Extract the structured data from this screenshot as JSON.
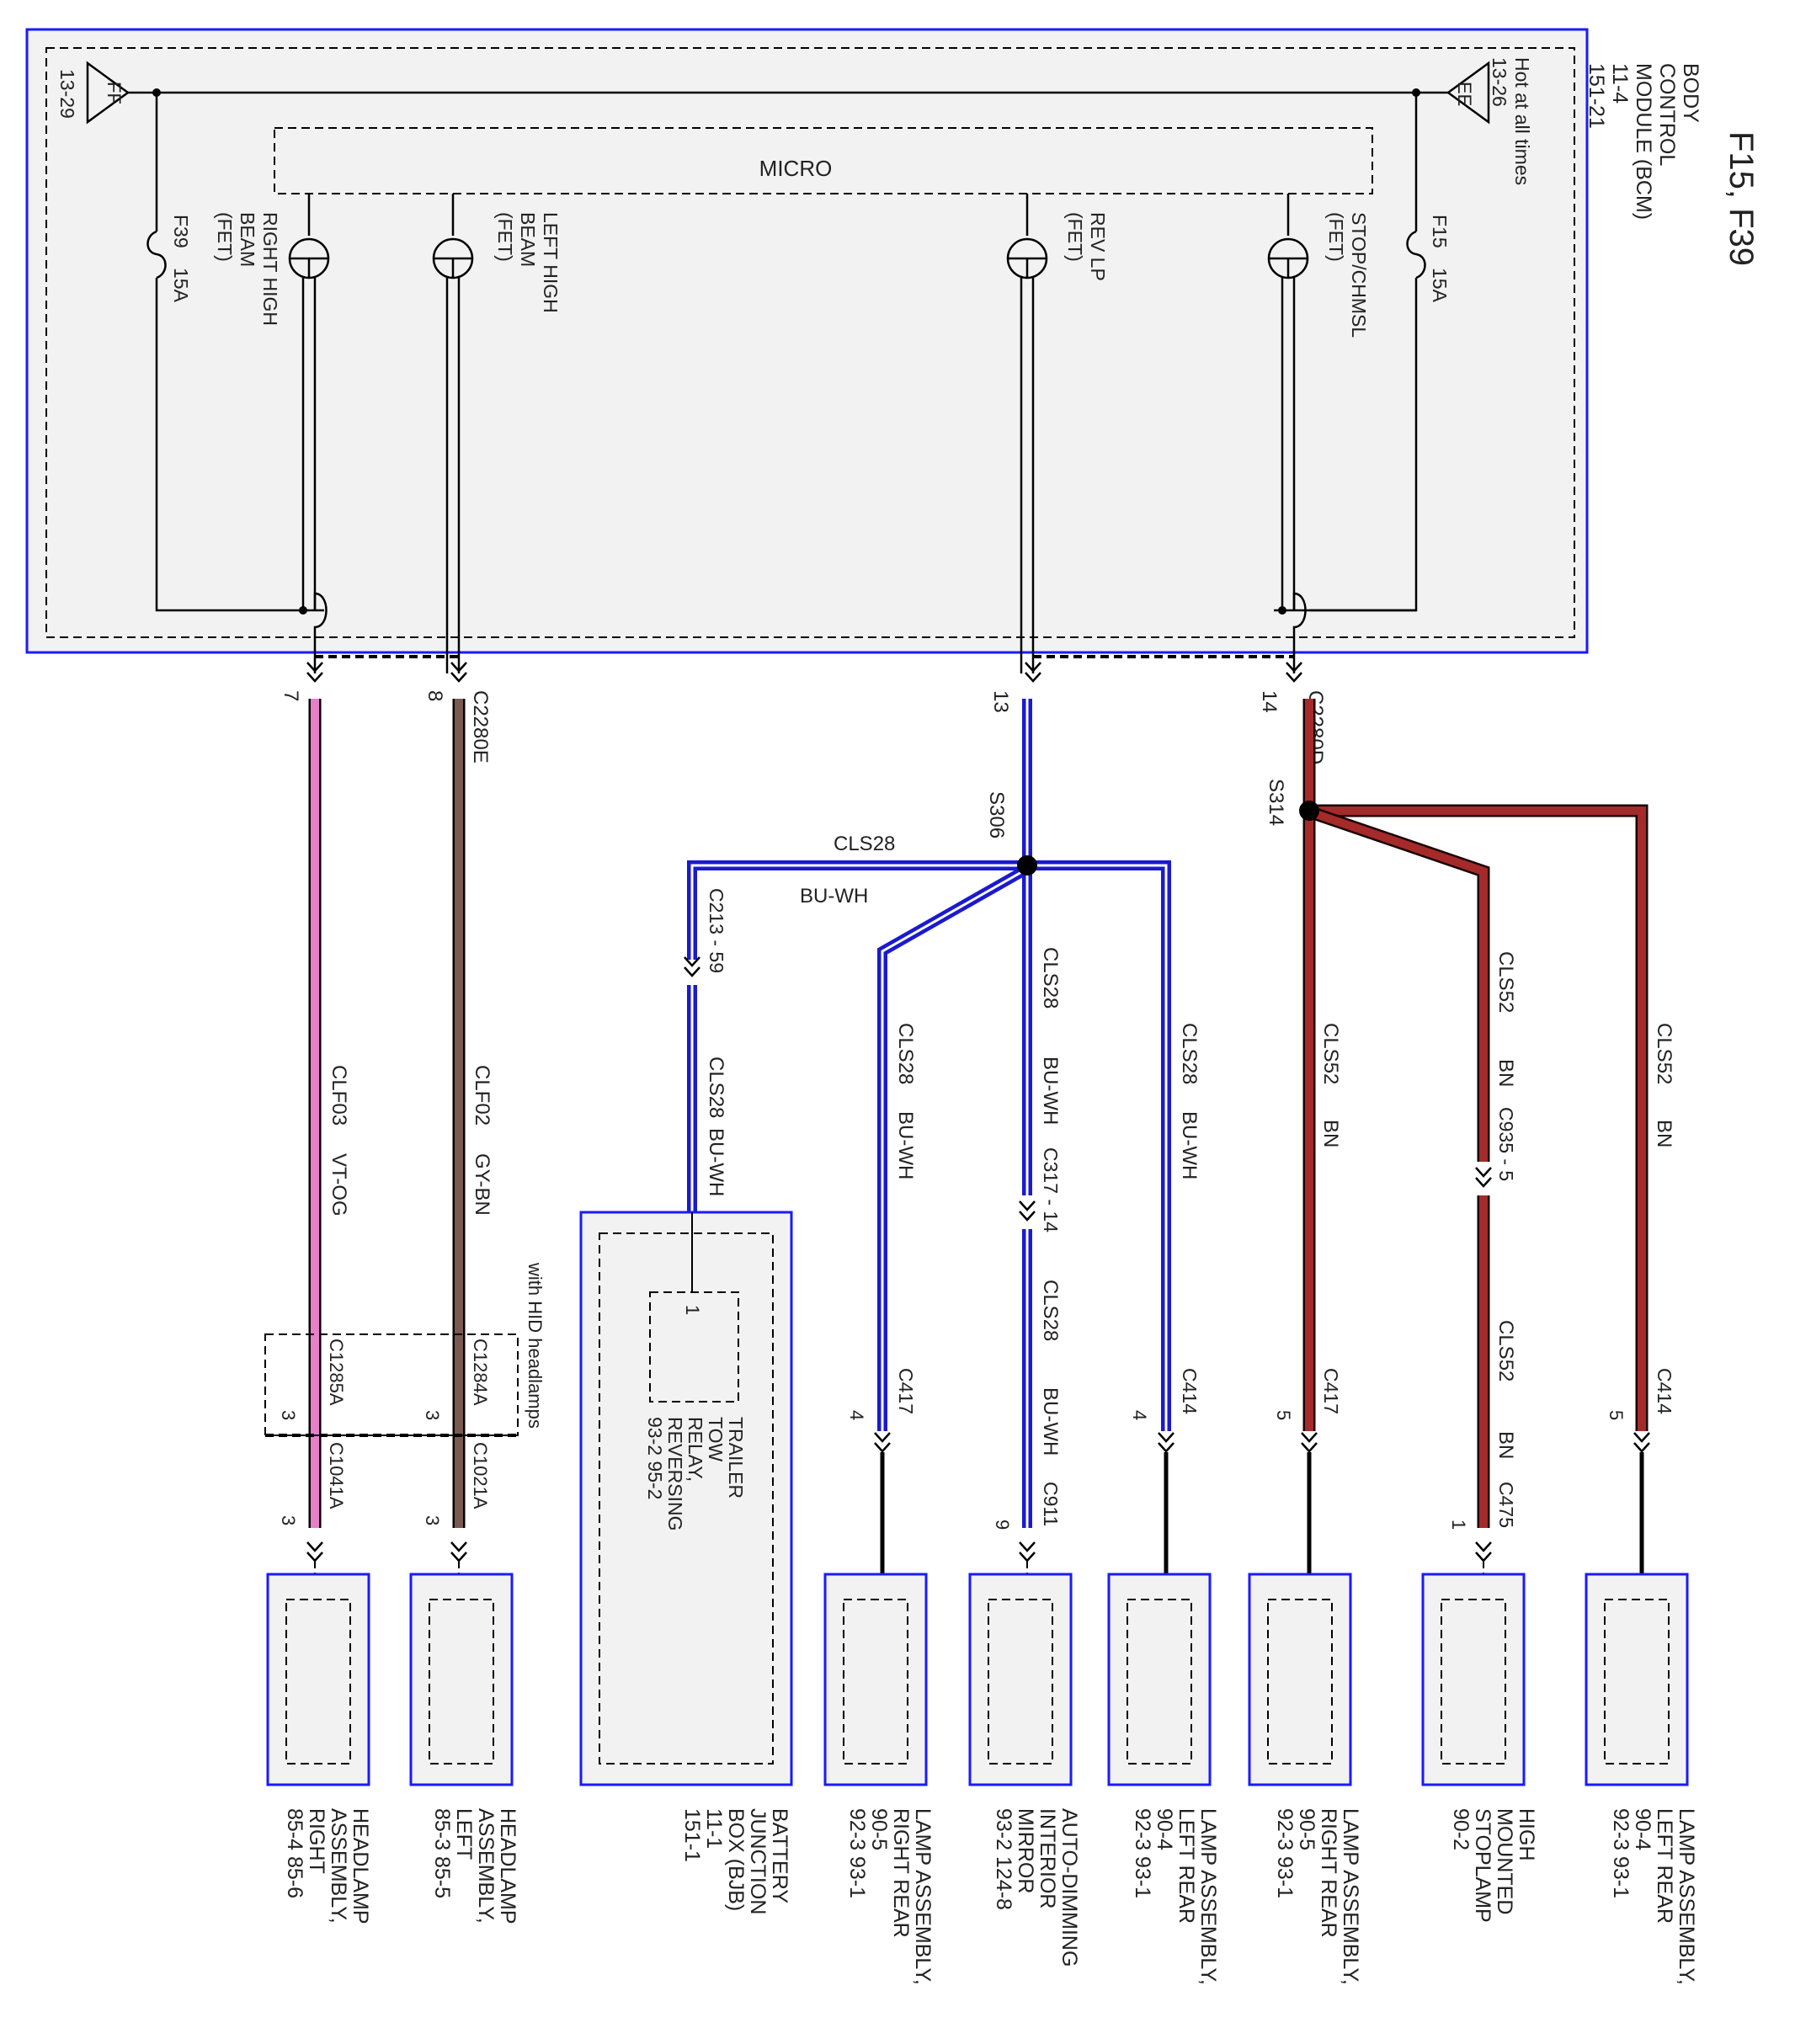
{
  "title": "F15, F39",
  "bcm": {
    "name_lines": [
      "BODY",
      "CONTROL",
      "MODULE (BCM)",
      "11-4",
      "151-21"
    ],
    "hot": "Hot at all times"
  },
  "grounds": {
    "ee_label": "EE",
    "ee_ref": "13-26",
    "ff_label": "FF",
    "ff_ref": "13-29"
  },
  "micro": "MICRO",
  "fuses": [
    {
      "id": "F15",
      "lines": [
        "F15",
        "15A"
      ]
    },
    {
      "id": "F39",
      "lines": [
        "F39",
        "15A"
      ]
    }
  ],
  "fets": [
    {
      "id": "right-high-beam",
      "lines": [
        "RIGHT HIGH",
        "BEAM",
        "(FET)"
      ]
    },
    {
      "id": "left-high-beam",
      "lines": [
        "LEFT HIGH",
        "BEAM",
        "(FET)"
      ]
    },
    {
      "id": "rev-lp",
      "lines": [
        "REV LP",
        "(FET)"
      ]
    },
    {
      "id": "stop-chmsl",
      "lines": [
        "STOP/CHMSL",
        "(FET)"
      ]
    }
  ],
  "connectors": {
    "c2280e": "C2280E",
    "c2280d": "C2280D",
    "c1285a": "C1285A",
    "c1284a": "C1284A",
    "c1041a": "C1041A",
    "c1021a": "C1021A",
    "c213": "C213 - 59",
    "c317": "C317 - 14",
    "c935": "C935 - 5",
    "c417a": "C417",
    "c417b": "C417",
    "c414a": "C414",
    "c414b": "C414",
    "c911": "C911",
    "c475": "C475",
    "hid_note": "with HID headlamps"
  },
  "pins": {
    "p7": "7",
    "p8": "8",
    "p13": "13",
    "p14": "14",
    "p3a": "3",
    "p3b": "3",
    "p3c": "3",
    "p3d": "3",
    "p4a": "4",
    "p4b": "4",
    "p5a": "5",
    "p5b": "5",
    "p9": "9",
    "p1a": "1",
    "p1b": "1"
  },
  "splices": {
    "s306": "S306",
    "s314": "S314"
  },
  "wires": {
    "clf03": [
      "CLF03",
      "VT-OG"
    ],
    "clf02": [
      "CLF02",
      "GY-BN"
    ],
    "cls28_bus": [
      "CLS28",
      "BU-WH"
    ],
    "cls28_trailer": [
      "CLS28",
      "BU-WH"
    ],
    "cls28_rr": [
      "CLS28",
      "BU-WH"
    ],
    "cls28_mirror_a": [
      "CLS28",
      "BU-WH"
    ],
    "cls28_mirror_b": [
      "CLS28",
      "BU-WH"
    ],
    "cls28_lr": [
      "CLS28",
      "BU-WH"
    ],
    "cls52_rr": [
      "CLS52",
      "BN"
    ],
    "cls52_hm_a": [
      "CLS52",
      "BN"
    ],
    "cls52_hm_b": [
      "CLS52",
      "BN"
    ],
    "cls52_lr": [
      "CLS52",
      "BN"
    ]
  },
  "components": {
    "headlamp_right": [
      "HEADLAMP",
      "ASSEMBLY,",
      "RIGHT",
      "85-4   85-6"
    ],
    "headlamp_left": [
      "HEADLAMP",
      "ASSEMBLY,",
      "LEFT",
      "85-3   85-5"
    ],
    "bjb": [
      "BATTERY",
      "JUNCTION",
      "BOX (BJB)",
      "11-1",
      "151-1"
    ],
    "trailer_relay": [
      "TRAILER",
      "TOW",
      "RELAY,",
      "REVERSING",
      "93-2   95-2"
    ],
    "lamp_rr_rev": [
      "LAMP ASSEMBLY,",
      "RIGHT REAR",
      "90-5",
      "92-3     93-1"
    ],
    "mirror": [
      "AUTO-DIMMING",
      "INTERIOR",
      "MIRROR",
      "93-2          124-8"
    ],
    "lamp_lr_rev": [
      "LAMP ASSEMBLY,",
      "LEFT REAR",
      "90-4",
      "92-3     93-1"
    ],
    "lamp_rr_stop": [
      "LAMP ASSEMBLY,",
      "RIGHT REAR",
      "90-5",
      "92-3     93-1"
    ],
    "chmsl": [
      "HIGH",
      "MOUNTED",
      "STOPLAMP",
      "90-2"
    ],
    "lamp_lr_stop": [
      "LAMP ASSEMBLY,",
      "LEFT REAR",
      "90-4",
      "92-3     93-1"
    ]
  },
  "colors": {
    "module_border": "#1a1aff",
    "blue_wire": "#1a1ad0",
    "brown_wire": "#a52a2a",
    "pink_wire": "#e87fc8",
    "gray_brown_wire": "#7a5a50"
  }
}
